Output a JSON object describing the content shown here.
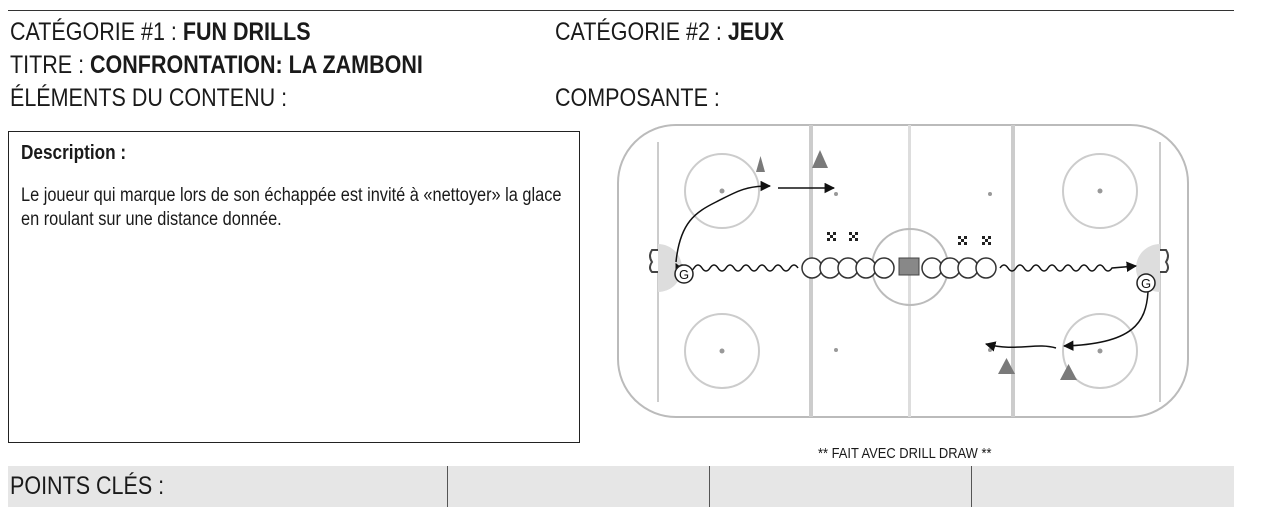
{
  "header": {
    "cat1_label": "CATÉGORIE #1 : ",
    "cat1_value": "FUN DRILLS",
    "titre_label": "TITRE : ",
    "titre_value": "CONFRONTATION: LA ZAMBONI",
    "elements_label": "ÉLÉMENTS DU CONTENU :",
    "cat2_label": "CATÉGORIE #2 :  ",
    "cat2_value": "JEUX",
    "composante_label": "COMPOSANTE :"
  },
  "description": {
    "title": "Description :",
    "text": "Le joueur qui marque lors de son échappée est invité à «nettoyer» la glace en roulant sur une distance donnée."
  },
  "diagram": {
    "goalie_left": "G",
    "goalie_right": "G",
    "credit": "** FAIT AVEC DRILL DRAW **"
  },
  "points": {
    "label": "POINTS CLÉS :"
  },
  "colors": {
    "line": "#555555",
    "cone": "#7a7a7a",
    "points_bar": "#e6e6e6"
  }
}
